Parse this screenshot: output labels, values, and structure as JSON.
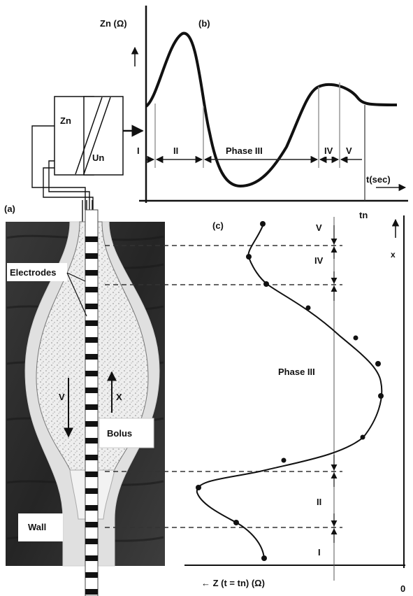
{
  "panel_b": {
    "panel_label": "(b)",
    "y_axis_label": "Zn (Ω)",
    "x_axis_label": "t(sec)",
    "time_marker": "tn",
    "phase_labels": [
      "I",
      "II",
      "Phase III",
      "IV",
      "V"
    ]
  },
  "device": {
    "zn_label": "Zn",
    "un_label": "Un"
  },
  "panel_a": {
    "panel_label": "(a)",
    "electrodes_label": "Electrodes",
    "bolus_label": "Bolus",
    "wall_label": "Wall",
    "v_label": "V",
    "x_label": "X"
  },
  "panel_c": {
    "panel_label": "(c)",
    "x_axis_label": "← Z (t = tn) (Ω)",
    "zero_label": "0",
    "y_axis_label": "x",
    "phase_labels": [
      "V",
      "IV",
      "Phase III",
      "II",
      "I"
    ]
  }
}
